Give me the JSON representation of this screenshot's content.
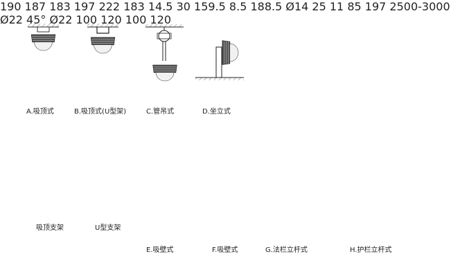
{
  "captions": {
    "a": "A.吸顶式",
    "b": "B.吸顶式(U型架)",
    "c": "C.管吊式",
    "d": "D.坐立式",
    "e": "E.吸壁式",
    "f": "F.吸壁式",
    "g": "G.法栏立杆式",
    "h": "H.护栏立杆式",
    "ceiling_bracket": "吸顶支架",
    "u_bracket": "U型支架"
  },
  "dims": {
    "a_width": "190",
    "a_h1": "187",
    "a_h2": "183",
    "b_width": "197",
    "b_h1": "222",
    "b_h2": "183",
    "ceil_b_14_5": "14.5",
    "ceil_b_30": "30",
    "ceil_b_159_5": "159.5",
    "ceil_b_8_5": "8.5",
    "ceil_b_188_5": "188.5",
    "u_b_14": "Ø14",
    "u_b_25": "25",
    "u_b_11": "11",
    "u_b_85": "85",
    "u_b_197": "197",
    "pole_height": "2500-3000",
    "g_dia": "Ø22",
    "h_dia": "Ø22",
    "g_angle": "45°",
    "flange_100a": "100",
    "flange_100b": "100",
    "flange_120a": "120",
    "flange_120b": "120"
  }
}
